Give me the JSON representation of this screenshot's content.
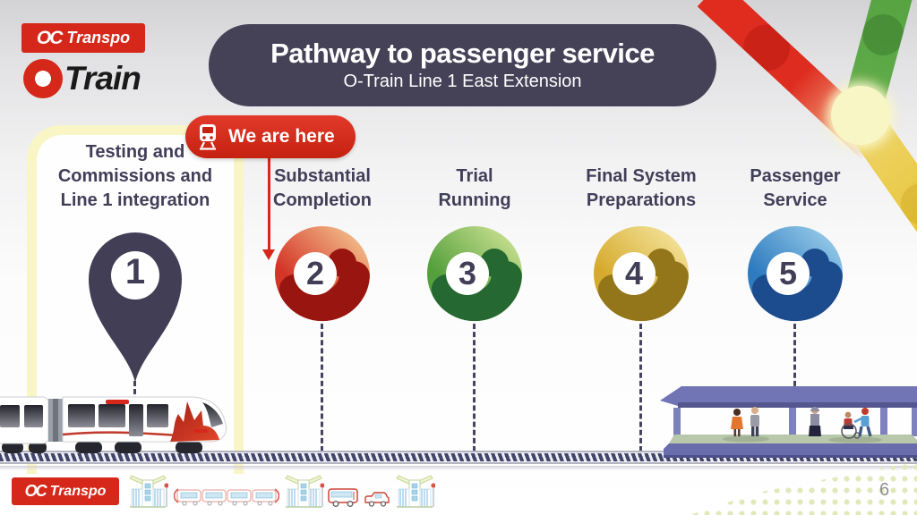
{
  "colors": {
    "brand_red": "#d5281b",
    "navy": "#413e58",
    "highlight": "#f9f5c5",
    "title_bg": "#454157"
  },
  "branding": {
    "transpo_logo": {
      "mark": "OC",
      "text": "Transpo"
    },
    "otrain_logo": {
      "text": "Train",
      "icon": "o-ring-icon"
    }
  },
  "header": {
    "title": "Pathway to passenger service",
    "subtitle": "O-Train Line 1 East Extension"
  },
  "we_are_here": {
    "label": "We are here",
    "icon": "train-front-icon"
  },
  "stages": [
    {
      "number": "1",
      "label": "Testing and Commissions and Line 1 integration",
      "marker": "map-pin",
      "colors": {
        "pin": "#413e56"
      }
    },
    {
      "number": "2",
      "label": "Substantial Completion",
      "colors": {
        "main": "#d43527",
        "light": "#f8d59c",
        "dark": "#991510"
      }
    },
    {
      "number": "3",
      "label": "Trial Running",
      "colors": {
        "main": "#55a03c",
        "light": "#dcea9f",
        "dark": "#266831"
      }
    },
    {
      "number": "4",
      "label": "Final System Preparations",
      "colors": {
        "main": "#d6aa2d",
        "light": "#f8ecac",
        "dark": "#93761a"
      }
    },
    {
      "number": "5",
      "label": "Passenger Service",
      "colors": {
        "main": "#2e7bbf",
        "light": "#a8d8f0",
        "dark": "#1c4c8e"
      }
    }
  ],
  "scene": {
    "train": "o-train-lrt-vehicle",
    "platform": "station-platform-with-passengers",
    "ribbons": [
      "red-line-ribbon",
      "green-line-ribbon",
      "yellow-line-ribbon"
    ]
  },
  "footer": {
    "logo": {
      "mark": "OC",
      "text": "Transpo"
    },
    "icons": [
      "station-icon",
      "lrt-train-icon",
      "station-icon",
      "bus-icon",
      "paratranspo-van-icon",
      "station-icon"
    ],
    "page_number": "6"
  }
}
